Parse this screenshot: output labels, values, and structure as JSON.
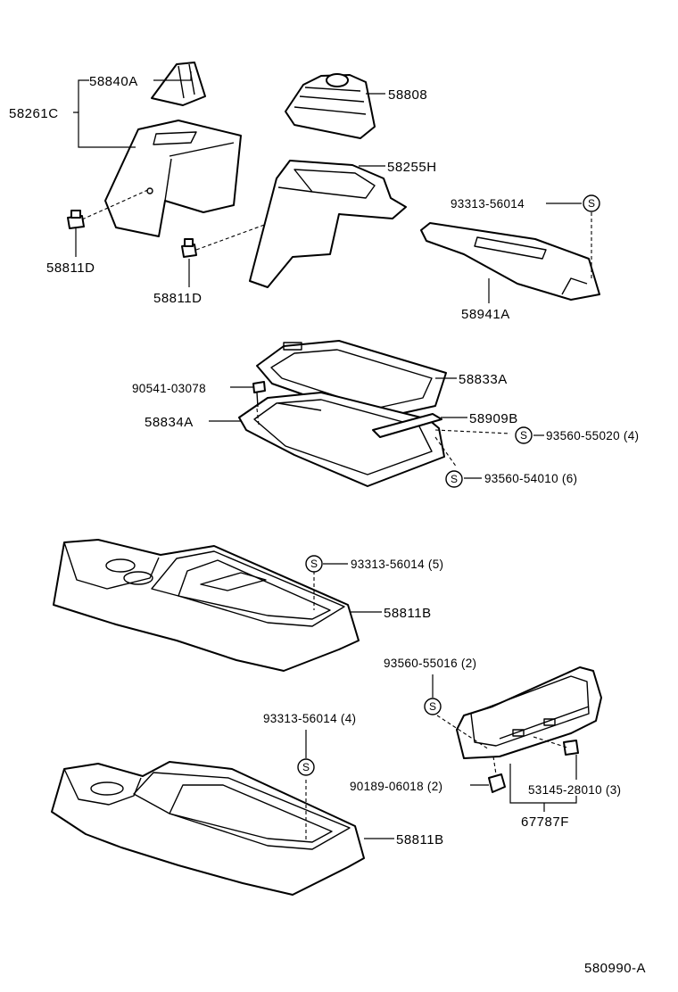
{
  "figure_code": "580990-A",
  "symbol_letter": "S",
  "parts": {
    "p58840A": "58840A",
    "p58261C": "58261C",
    "p58808": "58808",
    "p58255H": "58255H",
    "p58811D_a": "58811D",
    "p58811D_b": "58811D",
    "p93313_56014": "93313-56014",
    "p58941A": "58941A",
    "p90541_03078": "90541-03078",
    "p58833A": "58833A",
    "p58834A": "58834A",
    "p58909B": "58909B",
    "p93560_55020": "93560-55020 (4)",
    "p93560_54010": "93560-54010 (6)",
    "p93313_56014_5": "93313-56014 (5)",
    "p58811B_a": "58811B",
    "p93560_55016": "93560-55016 (2)",
    "p93313_56014_4": "93313-56014 (4)",
    "p58811B_b": "58811B",
    "p90189_06018": "90189-06018 (2)",
    "p53145_28010": "53145-28010 (3)",
    "p67787F": "67787F"
  }
}
